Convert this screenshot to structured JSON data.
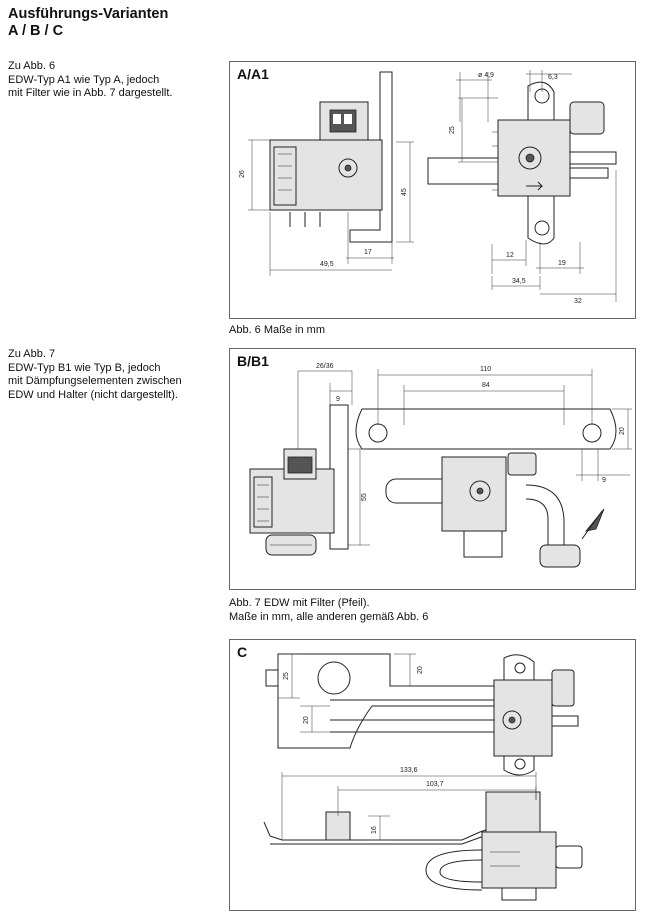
{
  "heading": {
    "line1": "Ausführungs-Varianten",
    "line2": "A / B / C"
  },
  "notes": [
    {
      "ref": "Zu Abb. 6",
      "text1": "EDW-Typ A1 wie Typ A, jedoch",
      "text2": "mit Filter wie in Abb. 7 dargestellt."
    },
    {
      "ref": "Zu Abb. 7",
      "text1": "EDW-Typ B1 wie Typ B, jedoch",
      "text2": "mit Dämpfungselementen zwischen",
      "text3": "EDW und Halter (nicht dargestellt)."
    }
  ],
  "figures": [
    {
      "label": "A/A1",
      "caption": "Abb. 6  Maße in mm",
      "dims": {
        "d1": "ø 4,9",
        "d2": "6,3",
        "d3": "25",
        "d4": "26",
        "d5": "45",
        "d6": "17",
        "d7": "49,5",
        "d8": "12",
        "d9": "19",
        "d10": "34,5",
        "d11": "32"
      }
    },
    {
      "label": "B/B1",
      "caption1": "Abb. 7  EDW mit Filter (Pfeil).",
      "caption2": "Maße in mm, alle anderen gemäß Abb. 6",
      "dims": {
        "d1": "26/36",
        "d2": "9",
        "d3": "110",
        "d4": "84",
        "d5": "20",
        "d6": "9",
        "d7": "55"
      }
    },
    {
      "label": "C",
      "dims": {
        "d1": "25",
        "d2": "20",
        "d3": "20",
        "d4": "133,6",
        "d5": "103,7",
        "d6": "16"
      }
    }
  ]
}
